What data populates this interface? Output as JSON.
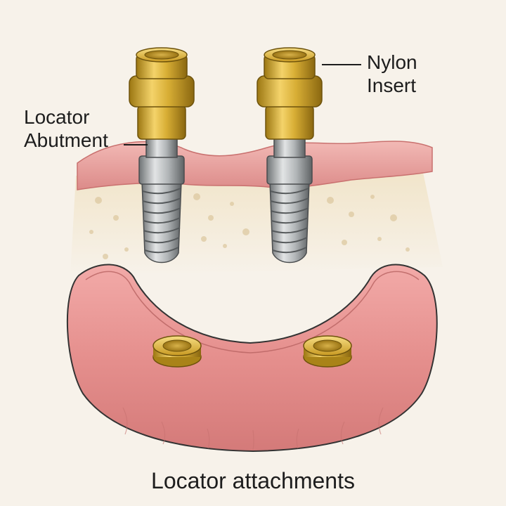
{
  "labels": {
    "abutment_line1": "Locator",
    "abutment_line2": "Abutment",
    "insert_line1": "Nylon",
    "insert_line2": "Insert"
  },
  "caption": "Locator attachments",
  "colors": {
    "background": "#f7f2ea",
    "gum": "#e39a98",
    "bone": "#efe0c1",
    "gold": "#d9b23a",
    "titanium": "#a8acae",
    "denture_base": "#e89290",
    "outline": "#333333"
  }
}
